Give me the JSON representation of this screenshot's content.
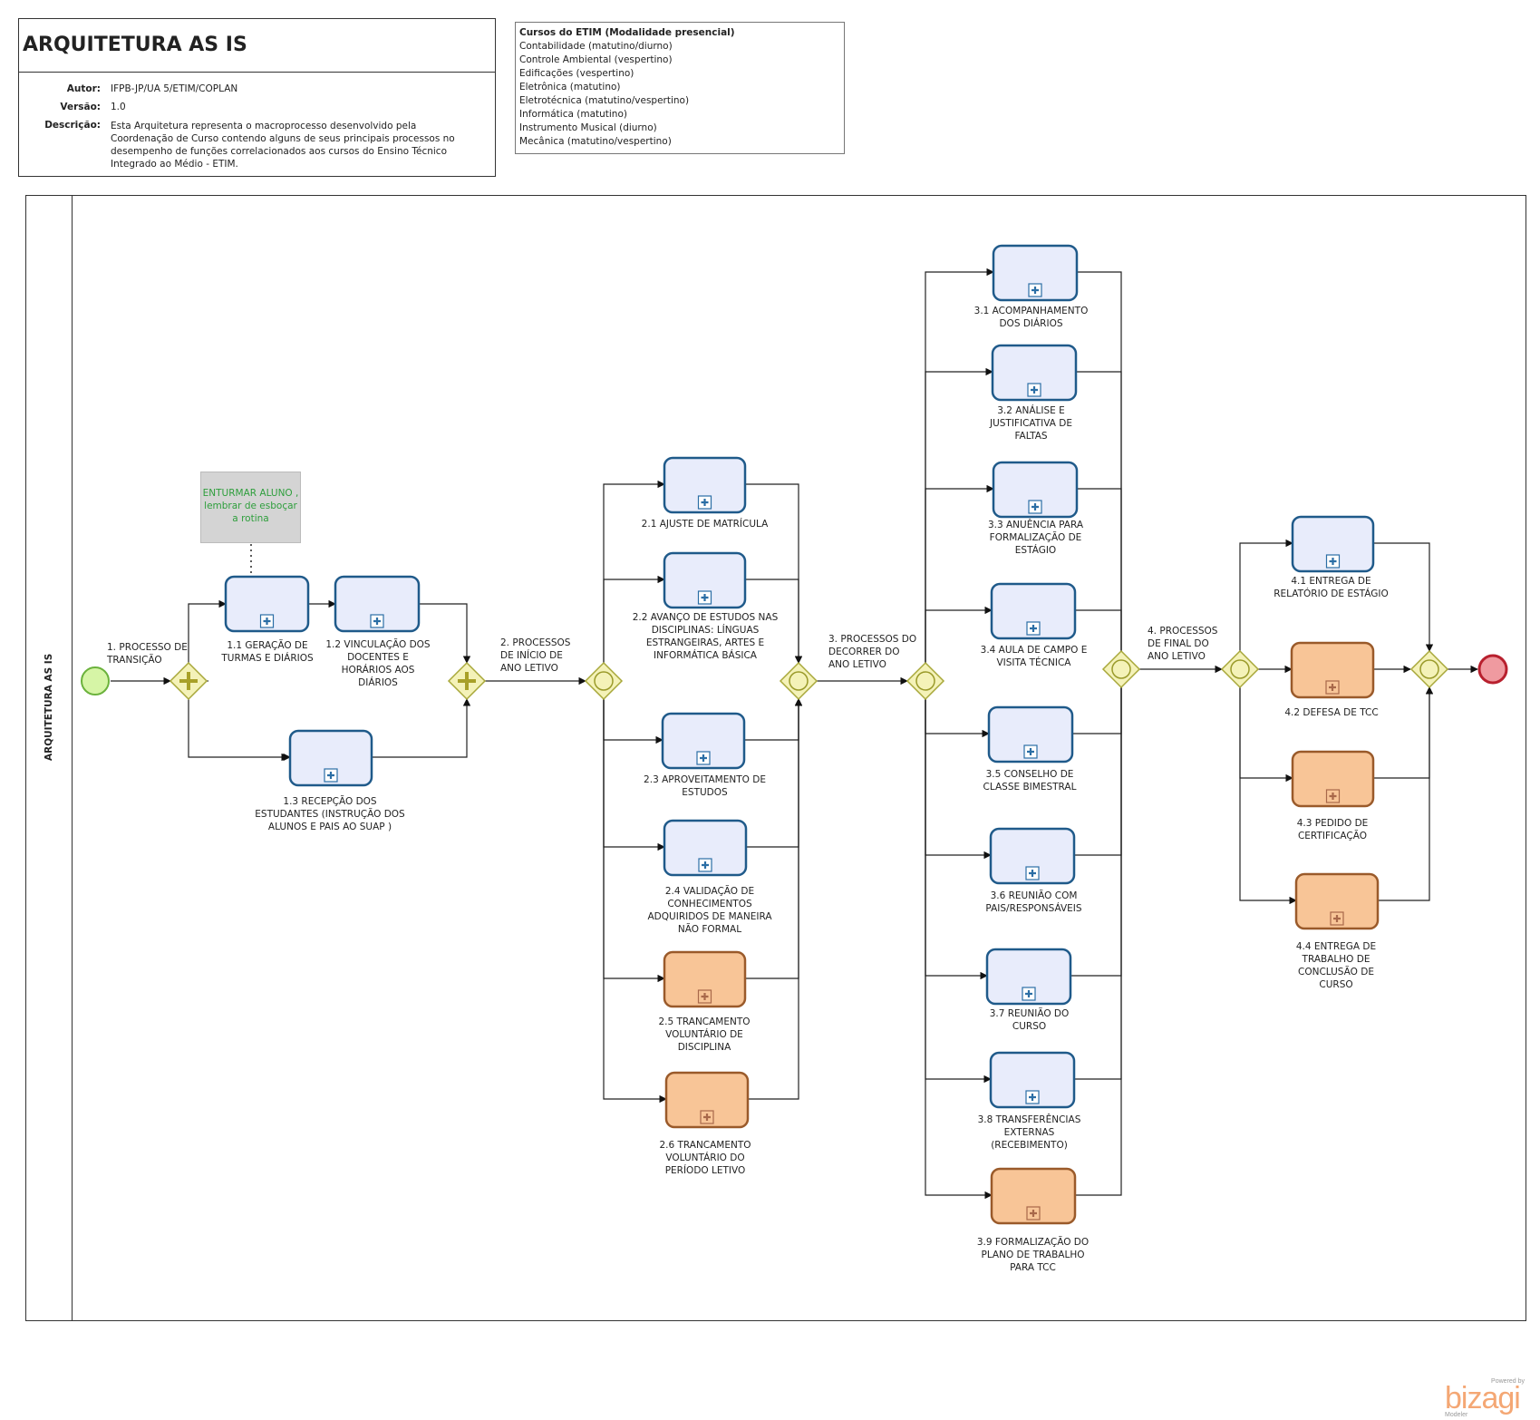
{
  "header": {
    "title": "ARQUITETURA AS IS",
    "author_label": "Autor:",
    "author_value": "IFPB-JP/UA 5/ETIM/COPLAN",
    "version_label": "Versão:",
    "version_value": "1.0",
    "description_label": "Descrição:",
    "description_value": "Esta Arquitetura representa o macroprocesso desenvolvido pela Coordenação de Curso contendo alguns de seus principais processos no desempenho de funções correlacionados aos cursos do Ensino Técnico Integrado ao Médio - ETIM."
  },
  "courses": {
    "title": "Cursos do ETIM (Modalidade presencial)",
    "items": [
      "Contabilidade (matutino/diurno)",
      "Controle Ambiental (vespertino)",
      "Edificações (vespertino)",
      "Eletrônica (matutino)",
      "Eletrotécnica (matutino/vespertino)",
      "Informática (matutino)",
      "Instrumento Musical (diurno)",
      "Mecânica (matutino/vespertino)"
    ]
  },
  "pool": {
    "label": "ARQUITETURA AS IS"
  },
  "note": {
    "text": "ENTURMAR ALUNO , lembrar de esboçar a rotina"
  },
  "colors": {
    "task_fill": "#e8ecfb",
    "task_stroke": "#1f5a8a",
    "task_alt_fill": "#f8c597",
    "task_alt_stroke": "#9a5a2a",
    "gateway_fill": "#f4f2b8",
    "gateway_stroke": "#a8a83a",
    "start_fill": "#d6f5a6",
    "start_stroke": "#6bb23c",
    "end_fill": "#ef9aa0",
    "end_stroke": "#b8202e",
    "plus_color": "#2b6ea5"
  },
  "phases": {
    "p1": "1. PROCESSO DE  TRANSIÇÃO",
    "p2": "2. PROCESSOS DE INÍCIO DE ANO LETIVO",
    "p3": "3. PROCESSOS DO DECORRER DO ANO LETIVO",
    "p4": "4. PROCESSOS DE FINAL DO ANO LETIVO"
  },
  "tasks": {
    "t1_1": "1.1 GERAÇÃO DE TURMAS E DIÁRIOS",
    "t1_2": "1.2 VINCULAÇÃO DOS DOCENTES E HORÁRIOS AOS DIÁRIOS",
    "t1_3": "1.3 RECEPÇÃO DOS ESTUDANTES (INSTRUÇÃO DOS ALUNOS E PAIS AO SUAP )",
    "t2_1": "2.1 AJUSTE DE MATRÍCULA",
    "t2_2": "2.2  AVANÇO DE ESTUDOS NAS DISCIPLINAS: LÍNGUAS ESTRANGEIRAS, ARTES E INFORMÁTICA BÁSICA",
    "t2_3": "2.3  APROVEITAMENTO DE ESTUDOS",
    "t2_4": "2.4  VALIDAÇÃO DE CONHECIMENTOS ADQUIRIDOS DE MANEIRA NÃO FORMAL",
    "t2_5": "2.5 TRANCAMENTO VOLUNTÁRIO DE DISCIPLINA",
    "t2_6": "2.6 TRANCAMENTO VOLUNTÁRIO DO PERÍODO LETIVO",
    "t3_1": "3.1 ACOMPANHAMENTO DOS DIÁRIOS",
    "t3_2": "3.2 ANÁLISE E JUSTIFICATIVA DE FALTAS",
    "t3_3": "3.3 ANUÊNCIA PARA FORMALIZAÇÃO DE ESTÁGIO",
    "t3_4": "3.4 AULA DE CAMPO E VISITA TÉCNICA",
    "t3_5": "3.5 CONSELHO DE CLASSE BIMESTRAL",
    "t3_6": "3.6 REUNIÃO COM PAIS/RESPONSÁVEIS",
    "t3_7": "3.7 REUNIÃO DO CURSO",
    "t3_8": "3.8 TRANSFERÊNCIAS EXTERNAS (RECEBIMENTO)",
    "t3_9": "3.9 FORMALIZAÇÃO DO PLANO DE TRABALHO PARA TCC",
    "t4_1": "4.1 ENTREGA DE RELATÓRIO DE ESTÁGIO",
    "t4_2": "4.2 DEFESA DE TCC",
    "t4_3": "4.3 PEDIDO DE CERTIFICAÇÃO",
    "t4_4": "4.4 ENTREGA DE TRABALHO DE CONCLUSÃO DE CURSO"
  },
  "watermark": {
    "powered": "Powered by",
    "brand": "bizagi",
    "product": "Modeler"
  }
}
